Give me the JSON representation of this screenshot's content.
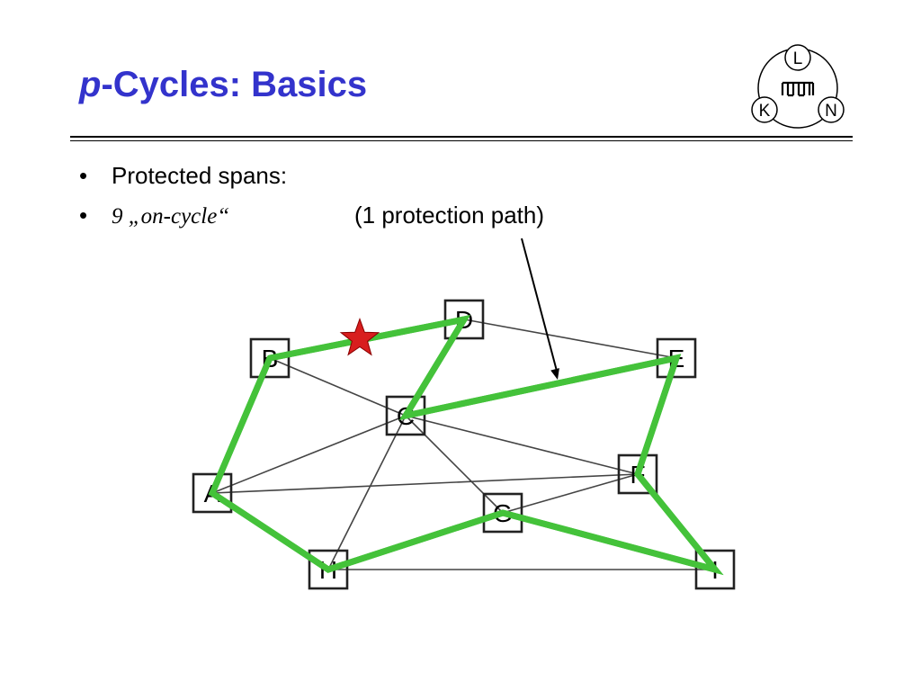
{
  "slide": {
    "title_prefix": "p",
    "title_rest": "-Cycles: Basics",
    "bullets": [
      {
        "symbol": "•",
        "text": "Protected spans:"
      },
      {
        "symbol": "•",
        "text": "9 „on-cycle“"
      }
    ],
    "annotation": "(1 protection path)"
  },
  "logo": {
    "letters": [
      "L",
      "K",
      "N"
    ],
    "center_mark": "TUM"
  },
  "diagram": {
    "nodes": [
      "B",
      "D",
      "E",
      "C",
      "F",
      "A",
      "G",
      "H",
      "I"
    ],
    "edges_plain": [
      [
        "B",
        "C"
      ],
      [
        "D",
        "E"
      ],
      [
        "C",
        "A"
      ],
      [
        "C",
        "H"
      ],
      [
        "C",
        "G"
      ],
      [
        "C",
        "F"
      ],
      [
        "A",
        "F"
      ],
      [
        "G",
        "F"
      ],
      [
        "H",
        "I"
      ]
    ],
    "edge_failed": [
      "B",
      "D"
    ],
    "cycle": [
      "B",
      "D",
      "C",
      "E",
      "F",
      "I",
      "G",
      "H",
      "A",
      "B"
    ],
    "colors": {
      "cycle": "#44c23a",
      "failed": "#000000",
      "star": "#d81e1e",
      "node_border": "#222222",
      "edge": "#444444"
    }
  }
}
